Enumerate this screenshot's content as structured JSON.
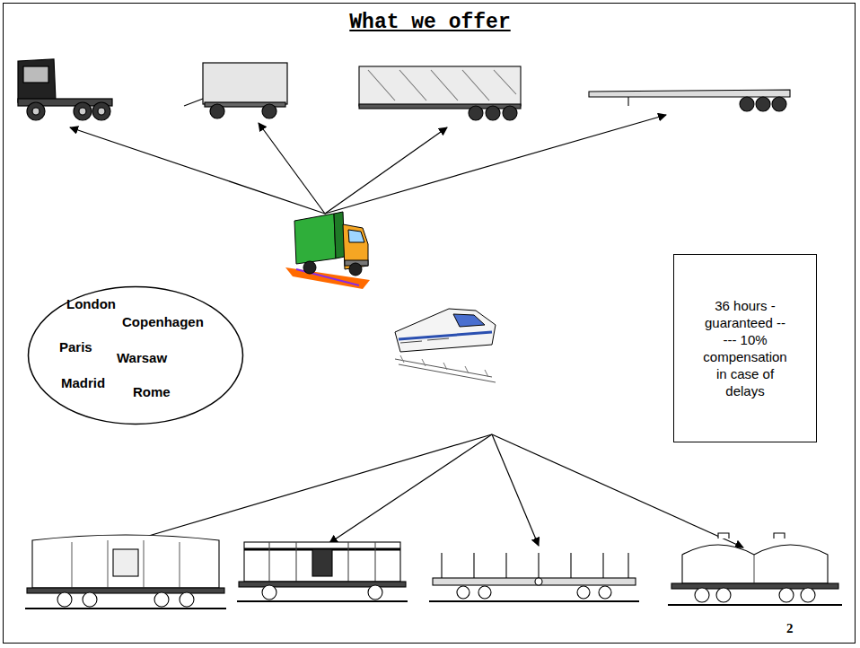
{
  "diagram": {
    "title": "What we offer",
    "nodes": [
      {
        "text": [
          "London",
          "Copenhagen",
          "Paris",
          "Warsaw",
          "Madrid",
          "Rome"
        ]
      },
      {
        "text": [
          "36 hours - guaranteed ----- 10% compensation in case of delays"
        ]
      }
    ],
    "labels": [
      "2"
    ]
  }
}
